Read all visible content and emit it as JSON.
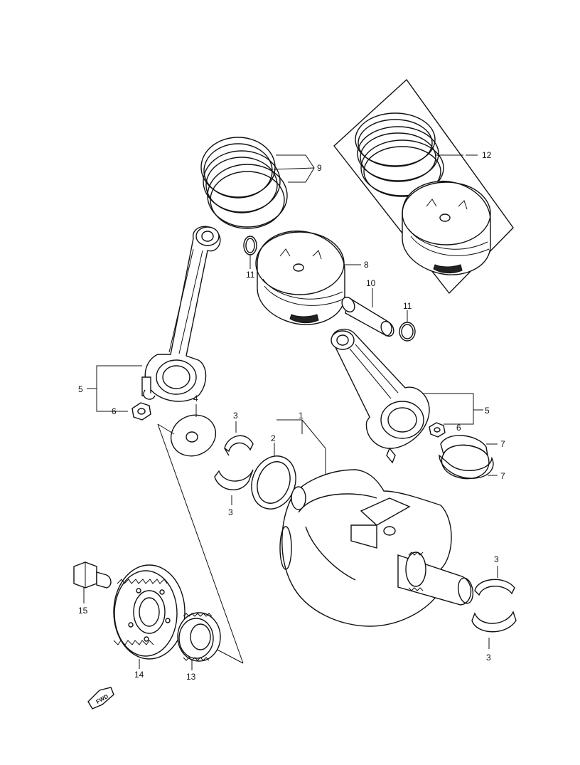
{
  "callouts": {
    "c1": "1",
    "c2": "2",
    "c3a": "3",
    "c3b": "3",
    "c3c": "3",
    "c3d": "3",
    "c4": "4",
    "c5a": "5",
    "c5b": "5",
    "c6a": "6",
    "c6b": "6",
    "c7a": "7",
    "c7b": "7",
    "c8": "8",
    "c9": "9",
    "c10": "10",
    "c11a": "11",
    "c11b": "11",
    "c12": "12",
    "c13": "13",
    "c14": "14",
    "c15": "15"
  },
  "fwd_label": "FWD"
}
